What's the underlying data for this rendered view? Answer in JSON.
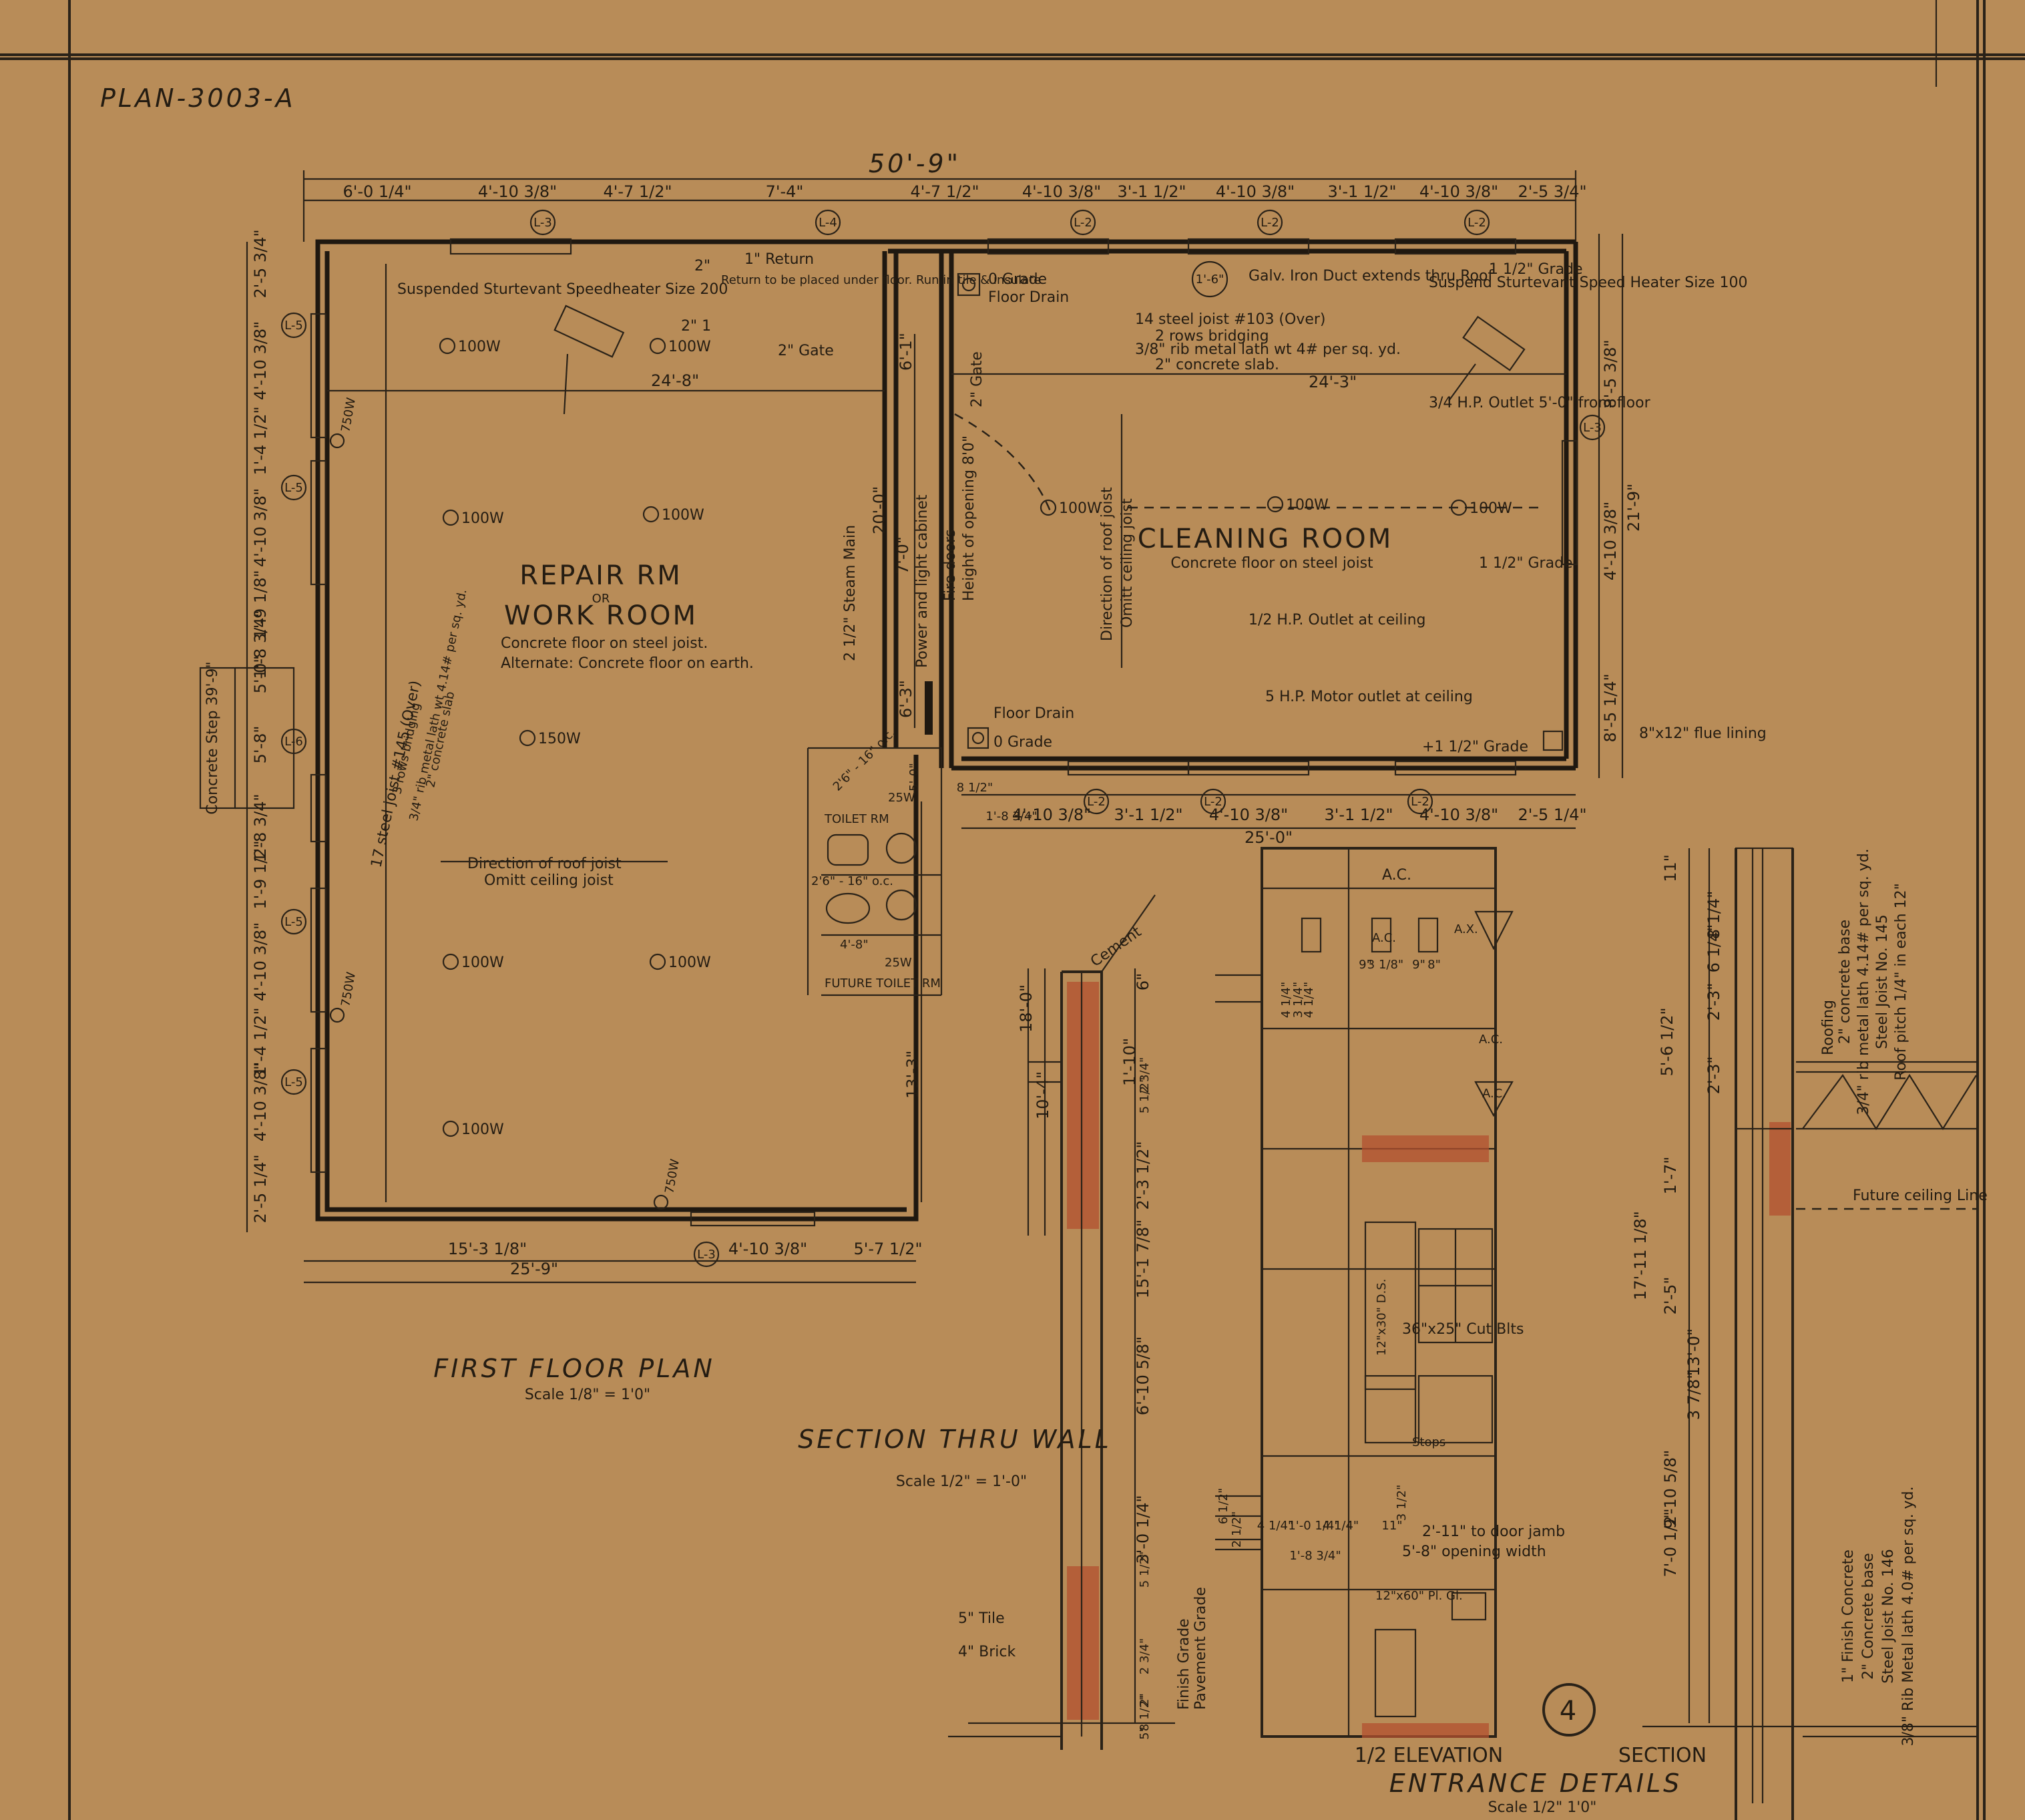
{
  "sheet": {
    "plan_number": "PLAN-3003-A",
    "sheet_number": "4"
  },
  "floor_plan": {
    "title": "FIRST FLOOR PLAN",
    "scale": "Scale 1/8\" = 1'0\"",
    "overall_width": "50'-9\"",
    "top_dims": [
      "6'-0 1/4\"",
      "4'-10 3/8\"",
      "4'-7 1/2\"",
      "7'-4\"",
      "4'-7 1/2\"",
      "4'-10 3/8\"",
      "3'-1 1/2\"",
      "4'-10 3/8\"",
      "3'-1 1/2\"",
      "4'-10 3/8\"",
      "2'-5 3/4\""
    ],
    "top_window_tags": [
      "L-3",
      "L-4",
      "L-2",
      "L-2",
      "L-2"
    ],
    "left_dims": [
      "2'-5 3/4\"",
      "4'-10 3/8\"",
      "1'-4 1/2\"",
      "4'-10 3/8\"",
      "1'-9 1/8\"",
      "1'-8 3/4\"",
      "5'-0\"",
      "5'-8\"",
      "1'-8 3/4\"",
      "1'-9 1/2\"",
      "4'-10 3/8\"",
      "1'-4 1/2\"",
      "4'-10 3/8\"",
      "2'-5 1/4\""
    ],
    "left_window_tags": [
      "L-5",
      "L-5",
      "L-6",
      "L-5",
      "L-5"
    ],
    "bottom_dims": [
      "15'-3 1/8\"",
      "4'-10 3/8\"",
      "5'-7 1/2\""
    ],
    "bottom_window_tag": "L-3",
    "bottom_overall": "25'-9\"",
    "right_dims": [
      "8'-5 3/8\"",
      "4'-10 3/8\"",
      "8'-5 1/4\""
    ],
    "right_overall": "21'-9\"",
    "right_window_tag": "L-3",
    "cleaning_bottom_dims": [
      "8 1/2\"",
      "1'-8 3/4\"",
      "4'-10 3/8\"",
      "3'-1 1/2\"",
      "4'-10 3/8\"",
      "3'-1 1/2\"",
      "4'-10 3/8\"",
      "2'-5 1/4\""
    ],
    "cleaning_bottom_tags": [
      "L-2",
      "L-2",
      "L-2"
    ],
    "cleaning_overall": "25'-0\"",
    "concrete_step": "Concrete Step 39'-9\"",
    "repair_room": {
      "name": "REPAIR RM",
      "or": "OR",
      "alt_name": "WORK ROOM",
      "note1": "Concrete floor on steel joist.",
      "note2": "Alternate: Concrete floor on earth.",
      "heater": "Suspended Sturtevant Speedheater Size 200",
      "gate": "2\" Gate",
      "span": "24'-8\"",
      "joist": "17 steel joist #145 (Over)",
      "bridging": "3 rows bridging",
      "lath": "3/4\" rib metal lath wt 4.14# per sq. yd.",
      "slab": "2\" concrete slab",
      "roof_joist": "Direction of roof joist",
      "omit": "Omitt ceiling joist",
      "steam": "2 1/2\" Steam Main",
      "lights": [
        "100W",
        "100W",
        "100W",
        "100W",
        "150W",
        "100W",
        "100W",
        "100W"
      ],
      "wall_lights": [
        "750W",
        "750W",
        "750W"
      ],
      "return_note": "1\" Return",
      "return_detail": "Return to be placed under floor. Run in tile & insulate",
      "height": "20'-0\"",
      "dim_a": "6'-1\"",
      "dim_b": "6'-3\"",
      "dim_c": "13'-3\"",
      "inner_2in": "2\"",
      "dim_2_1": "2\" 1"
    },
    "cleaning_room": {
      "name": "CLEANING ROOM",
      "note": "Concrete floor on steel joist",
      "floor_drain": "Floor Drain",
      "drain_grade": "0 Grade",
      "duct": "Galv. Iron Duct extends thru Roof",
      "duct_size": "1'-6\"",
      "heater": "Suspend Sturtevant Speed Heater Size 100",
      "grade": "1 1/2\" Grade",
      "joist": "14 steel joist #103 (Over)",
      "bridging": "2 rows bridging",
      "lath": "3/8\" rib metal lath wt 4# per sq. yd.",
      "slab": "2\" concrete slab.",
      "span": "24'-3\"",
      "outlet1": "3/4 H.P. Outlet 5'-0\" from floor",
      "outlet2": "1/2 H.P. Outlet at ceiling",
      "motor": "5 H.P. Motor outlet at ceiling",
      "roof_joist": "Direction of roof joist",
      "omit": "Omitt ceiling joist",
      "lights": [
        "100W",
        "100W",
        "100W"
      ],
      "fire_doors": "Fire doors",
      "opening_height": "Height of opening 8'0\"",
      "gate": "2\" Gate",
      "power_cabinet": "Power and light cabinet",
      "flue": "8\"x12\" flue lining",
      "grade_right": "1 1/2\" Grade",
      "grade_bottom": "+1 1/2\" Grade",
      "floor_drain2": "Floor Drain",
      "grade2": "0 Grade",
      "door_dim": "7'-0\"",
      "gate_note": "2\" Gate"
    },
    "toilet": {
      "name": "TOILET RM",
      "future": "FUTURE TOILET RM",
      "light1": "25W",
      "light2": "25W",
      "dims": [
        "2'6\" - 16\" o.c.",
        "2'6\" - 16\" o.c.",
        "4'-8\"",
        "5'-0\""
      ]
    }
  },
  "section_wall": {
    "title": "SECTION THRU WALL",
    "scale": "Scale 1/2\" = 1'-0\"",
    "cement": "Cement",
    "tile": "5\" Tile",
    "brick": "4\" Brick",
    "finish_grade": "Finish Grade",
    "pavement": "Pavement Grade",
    "dims_left": [
      "18'-0\"",
      "10'-4\""
    ],
    "dims_right": [
      "6\"",
      "1'-10\"",
      "2 3/4\"",
      "5 1/2\"",
      "2'-3 1/2\"",
      "15'-1 7/8\"",
      "6'-10 5/8\"",
      "3'-0 1/4\"",
      "5 1/2\"",
      "2 3/4\"",
      "2\"",
      "8 1/2\"",
      "5\""
    ]
  },
  "elevation": {
    "label_ac": "A.C.",
    "labels": [
      "A.C.",
      "A.X.",
      "A.C.",
      "A.C."
    ],
    "dims": [
      "4 1/4\"",
      "3 1/4\"",
      "4 1/4\"",
      "9\"",
      "3 1/8\"",
      "9\"",
      "8\""
    ],
    "transom": "36\"x25\" Cut Blts",
    "door_light": "12\"x30\" D.S.",
    "stops": "Stops",
    "jamb": "2'-11\" to door jamb",
    "opening": "5'-8\" opening width",
    "sill_dims": [
      "6 1/2\"",
      "2 1/2\"",
      "4 1/4\"",
      "1'-0 1/4\"",
      "4 1/4\"",
      "1'-8 3/4\"",
      "11\"",
      "3 1/2\""
    ],
    "glass": "12\"x60\" Pl. Gl.",
    "title": "1/2 ELEVATION"
  },
  "section_entrance": {
    "title": "SECTION",
    "dims": [
      "11\"",
      "8 1/4\"",
      "6 1/4\"",
      "2'-3\"",
      "2'-3\"",
      "5'-6 1/2\"",
      "1'-7\"",
      "2'-5\"",
      "17'-11 1/8\"",
      "13'-0\"",
      "9'-10 5/8\"",
      "7'-0 1/2\"",
      "3 7/8\""
    ],
    "roofing": "Roofing",
    "roof_notes": [
      "2\" concrete base",
      "3/4\" rib metal lath 4.14# per sq. yd.",
      "Steel Joist No. 145",
      "Roof pitch 1/4\" in each 12\""
    ],
    "ceiling": "Future ceiling Line",
    "floor_notes": [
      "1\" Finish Concrete",
      "2\" Concrete base",
      "Steel Joist No. 146",
      "3/8\" Rib Metal lath 4.0# per sq. yd."
    ]
  },
  "entrance_details": {
    "title": "ENTRANCE DETAILS",
    "scale": "Scale 1/2\" 1'0\""
  }
}
